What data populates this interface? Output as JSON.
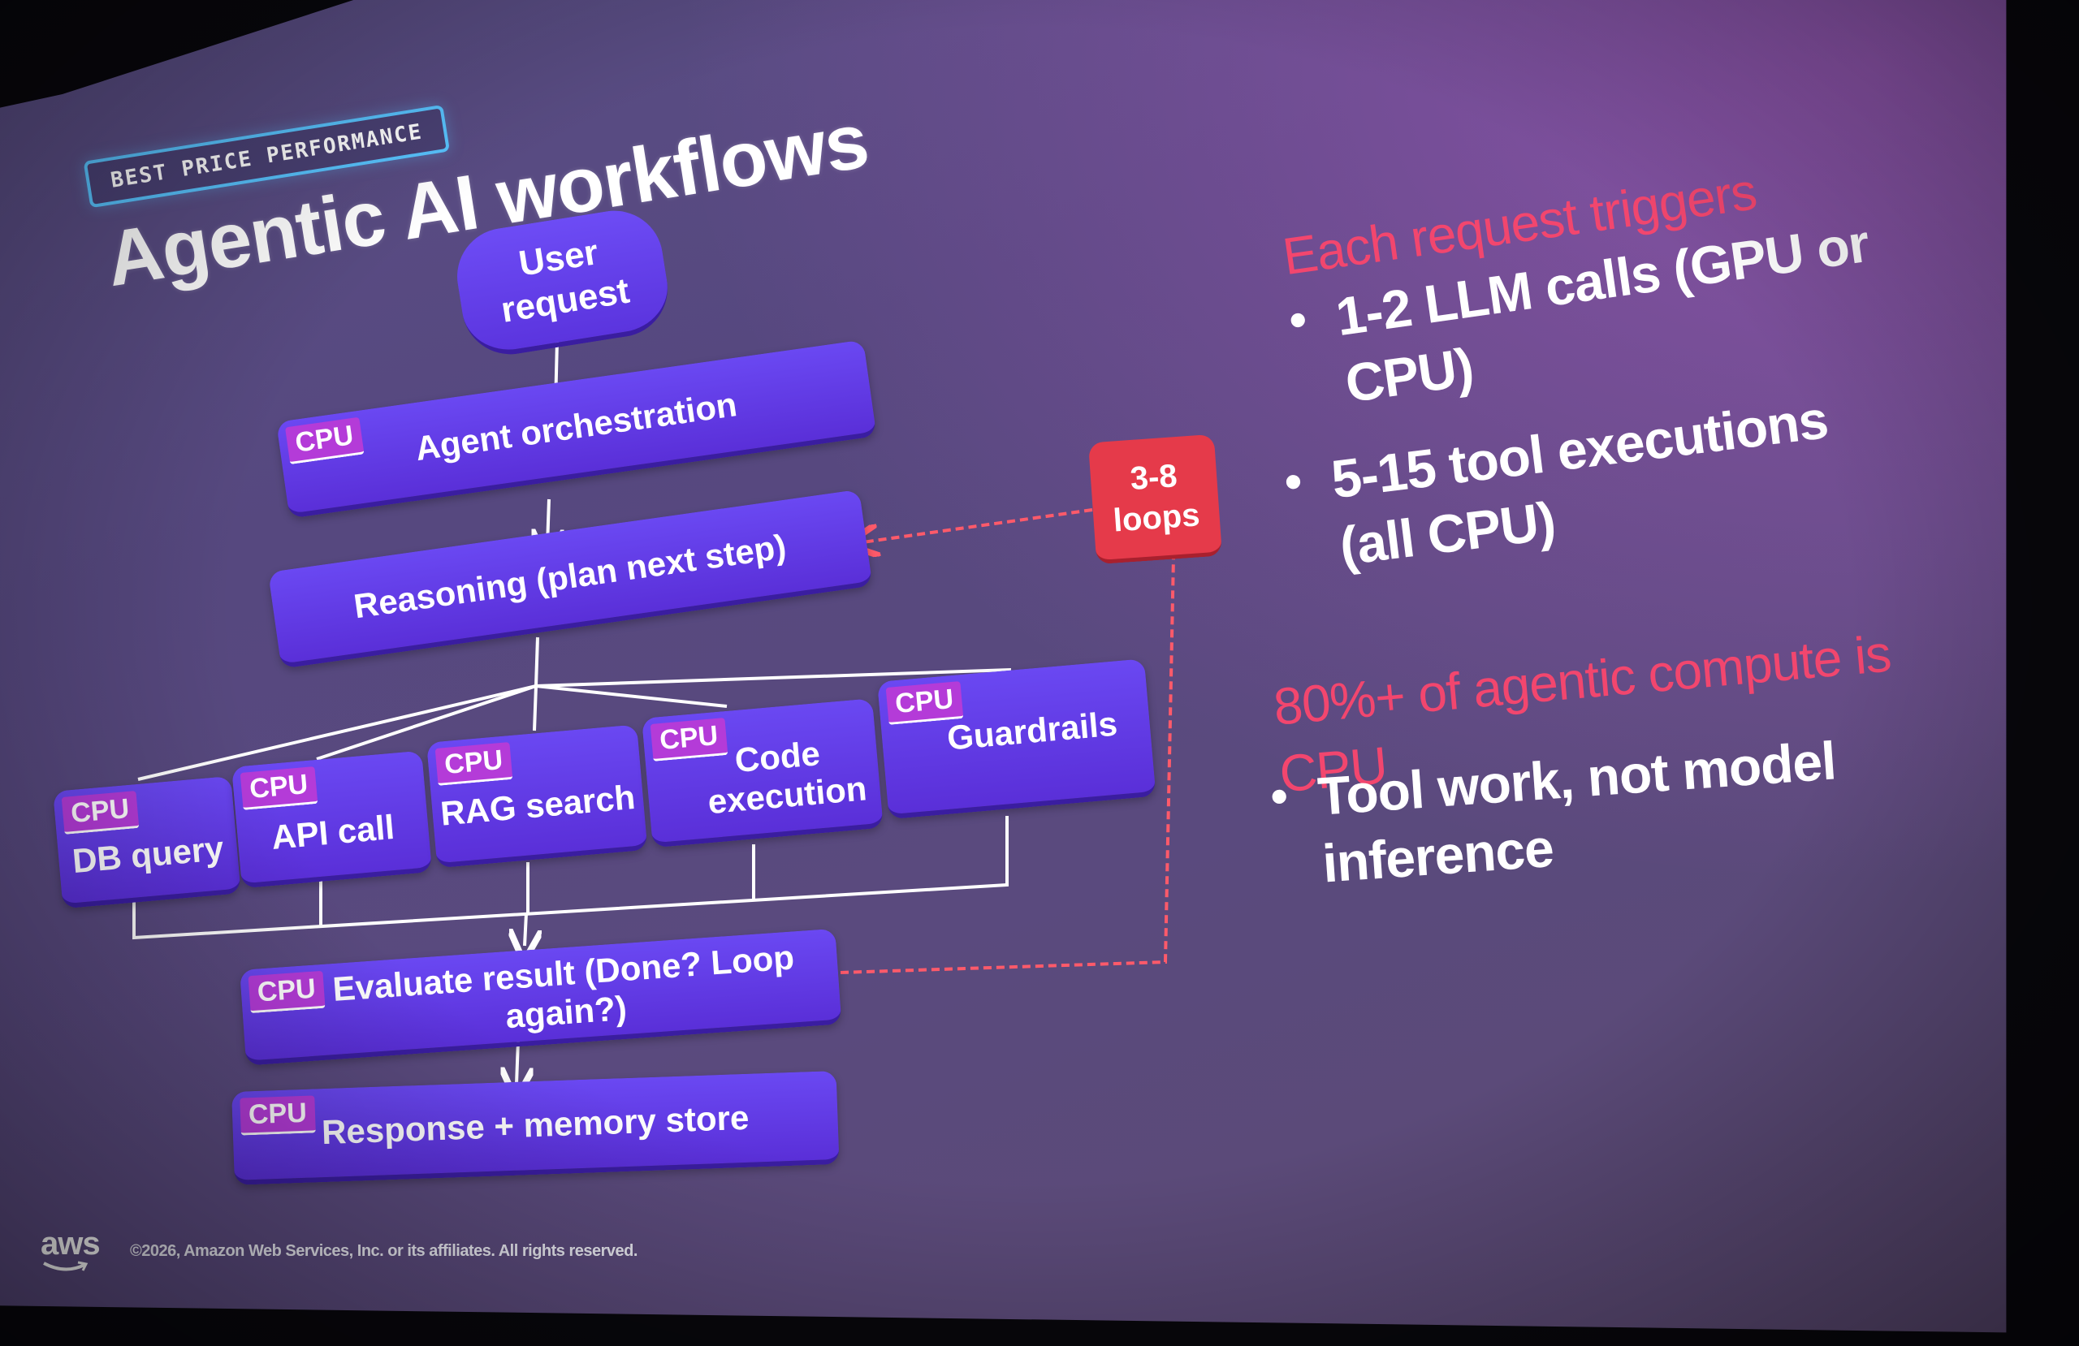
{
  "slide": {
    "badge": "BEST PRICE PERFORMANCE",
    "title": "Agentic AI workflows",
    "copyright": "©2026, Amazon Web Services, Inc. or its affiliates. All rights reserved.",
    "logo_text": "aws"
  },
  "diagram": {
    "start": "User request",
    "cpu_tag": "CPU",
    "steps": {
      "orchestration": "Agent orchestration",
      "reasoning": "Reasoning (plan next step)",
      "evaluate": "Evaluate result (Done? Loop again?)",
      "response": "Response + memory store"
    },
    "tools": [
      "DB query",
      "API call",
      "RAG search",
      "Code execution",
      "Guardrails"
    ],
    "loop_badge": "3-8 loops"
  },
  "right_panel": {
    "heading1": "Each request triggers",
    "bullets1": [
      "1-2 LLM calls (GPU or CPU)",
      "5-15 tool executions (all CPU)"
    ],
    "heading2": "80%+ of agentic compute is CPU",
    "bullets2": [
      "Tool work, not model inference"
    ]
  },
  "colors": {
    "node": "#5a2fd8",
    "cpu_tag": "#b43bd8",
    "accent_text": "#f2466e",
    "loop_badge": "#e53a4a",
    "badge_border": "#59c4ff"
  }
}
